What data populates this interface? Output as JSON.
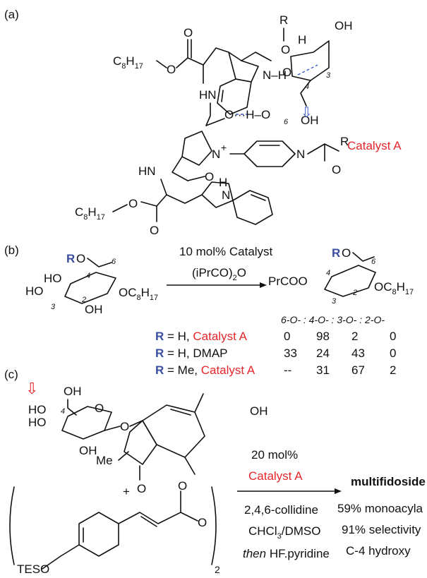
{
  "panel_labels": {
    "a": "(a)",
    "b": "(b)",
    "c": "(c)"
  },
  "panel_a": {
    "c8h17_top": "C",
    "c8h17_top_sub": "8",
    "c8h17_top_h": "H",
    "c8h17_top_sub2": "17",
    "o1": "O",
    "o2": "O",
    "nh_top": "HN",
    "n_h_indole": "N–H",
    "r_top": "R",
    "o_top": "O",
    "h_top": "H",
    "oh_top": "OH",
    "num3": "3",
    "num4": "4",
    "num6": "6",
    "oh_mid": "OH",
    "o_mid": "O",
    "o_h_o": "O···H–O",
    "n_plus": "N",
    "plus": "+",
    "n_pyr": "N",
    "r_acyl": "R",
    "o_acyl": "O",
    "catalyst_label": "Catalyst A",
    "hn_bottom": "HN",
    "o_bottom": "O",
    "c8h17_bottom": "C",
    "o_ester": "O",
    "o_ester2": "O",
    "h_indole2": "H",
    "n_indole2": "N"
  },
  "panel_b": {
    "r_left": "R",
    "o_left": "O",
    "ho_left": "HO",
    "ho2_left": "HO",
    "oh_left": "OH",
    "oc8h17_left": "OC",
    "sub8": "8",
    "h_left": "H",
    "sub17": "17",
    "n6": "6",
    "n4": "4",
    "n3": "3",
    "n2": "2",
    "reagent1": "10 mol% Catalyst",
    "reagent2": "(iPrCO)",
    "reagent2_sub": "2",
    "reagent2_tail": "O",
    "r_right": "R",
    "o_right": "O",
    "prcoo": "PrCOO",
    "oc8h17_right": "OC",
    "table_header": "6-O- : 4-O- : 3-O- : 2-O-",
    "rows": [
      {
        "r": "R",
        "eq": " = H, ",
        "catalyst": "Catalyst A",
        "red": true,
        "vals": [
          "0",
          "98",
          "2",
          "0"
        ]
      },
      {
        "r": "R",
        "eq": " = H, ",
        "catalyst": "DMAP",
        "red": false,
        "vals": [
          "33",
          "24",
          "43",
          "0"
        ]
      },
      {
        "r": "R",
        "eq": " = Me, ",
        "catalyst": "Catalyst A",
        "red": true,
        "vals": [
          "--",
          "31",
          "67",
          "2"
        ]
      }
    ]
  },
  "panel_c": {
    "oh_top": "OH",
    "num4": "4",
    "ho1": "HO",
    "ho2": "HO",
    "oh_bot": "OH",
    "o_ring": "O",
    "o_link": "O",
    "oh_chain": "OH",
    "me": "Me",
    "o_ketone": "O",
    "plus": "+",
    "o_ester": "O",
    "o_acid": "O",
    "teso": "TESO",
    "sub2": "2",
    "reagent1": "20 mol%",
    "reagent2": "Catalyst A",
    "reagent3": "2,4,6-collidine",
    "reagent4": "CHCl",
    "reagent4_sub": "3",
    "reagent4_tail": "/DMSO",
    "reagent5_ital": "then",
    "reagent5": " HF.pyridine",
    "product": "multifidoside",
    "result1": "59% monoacyla",
    "result2": "91% selectivity",
    "result3": "C-4 hydroxy"
  },
  "colors": {
    "red": "#e5262a",
    "blue": "#3b4ea0",
    "hbond": "#3b5cc7"
  }
}
